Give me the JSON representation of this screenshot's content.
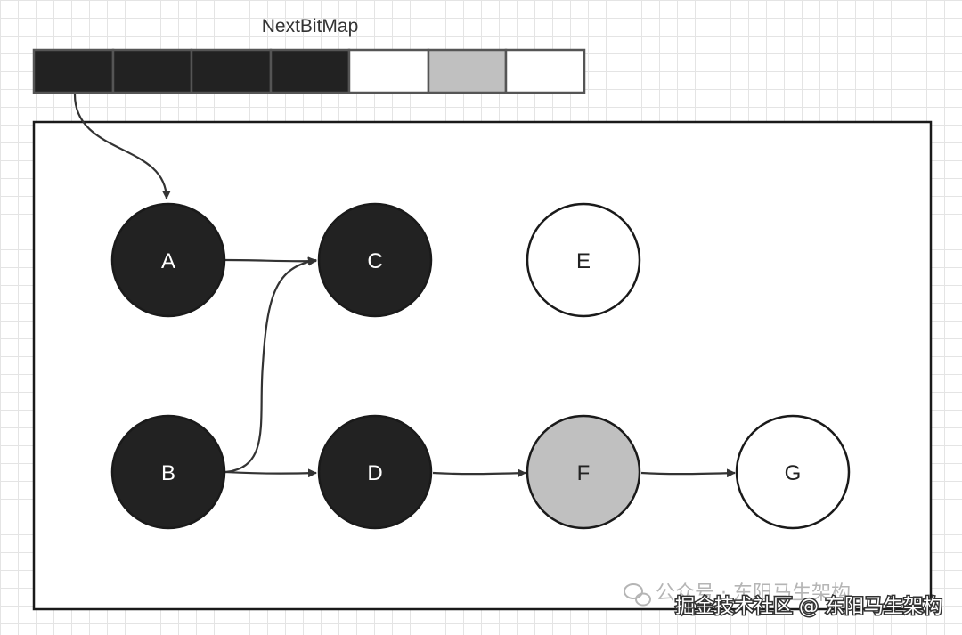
{
  "bitmap": {
    "title": "NextBitMap",
    "cells": [
      "marked",
      "marked",
      "marked",
      "marked",
      "empty",
      "gray",
      "empty"
    ]
  },
  "colors": {
    "marked": "#222222",
    "gray": "#c0c0c0",
    "empty": "#ffffff",
    "line": "#333333",
    "grid": "#e4e4e4"
  },
  "nodes": [
    {
      "id": "A",
      "label": "A",
      "state": "marked"
    },
    {
      "id": "B",
      "label": "B",
      "state": "marked"
    },
    {
      "id": "C",
      "label": "C",
      "state": "marked"
    },
    {
      "id": "D",
      "label": "D",
      "state": "marked"
    },
    {
      "id": "E",
      "label": "E",
      "state": "empty"
    },
    {
      "id": "F",
      "label": "F",
      "state": "gray"
    },
    {
      "id": "G",
      "label": "G",
      "state": "empty"
    }
  ],
  "edges": [
    {
      "from": "bitmap-cell-0",
      "to": "A"
    },
    {
      "from": "A",
      "to": "C"
    },
    {
      "from": "B",
      "to": "C"
    },
    {
      "from": "B",
      "to": "D"
    },
    {
      "from": "D",
      "to": "F"
    },
    {
      "from": "F",
      "to": "G"
    }
  ],
  "watermark": {
    "wechat_text": "公众号 · 东阳马生架构",
    "site_text": "掘金技术社区 @ 东阳马生架构",
    "icon": "wechat-icon"
  }
}
